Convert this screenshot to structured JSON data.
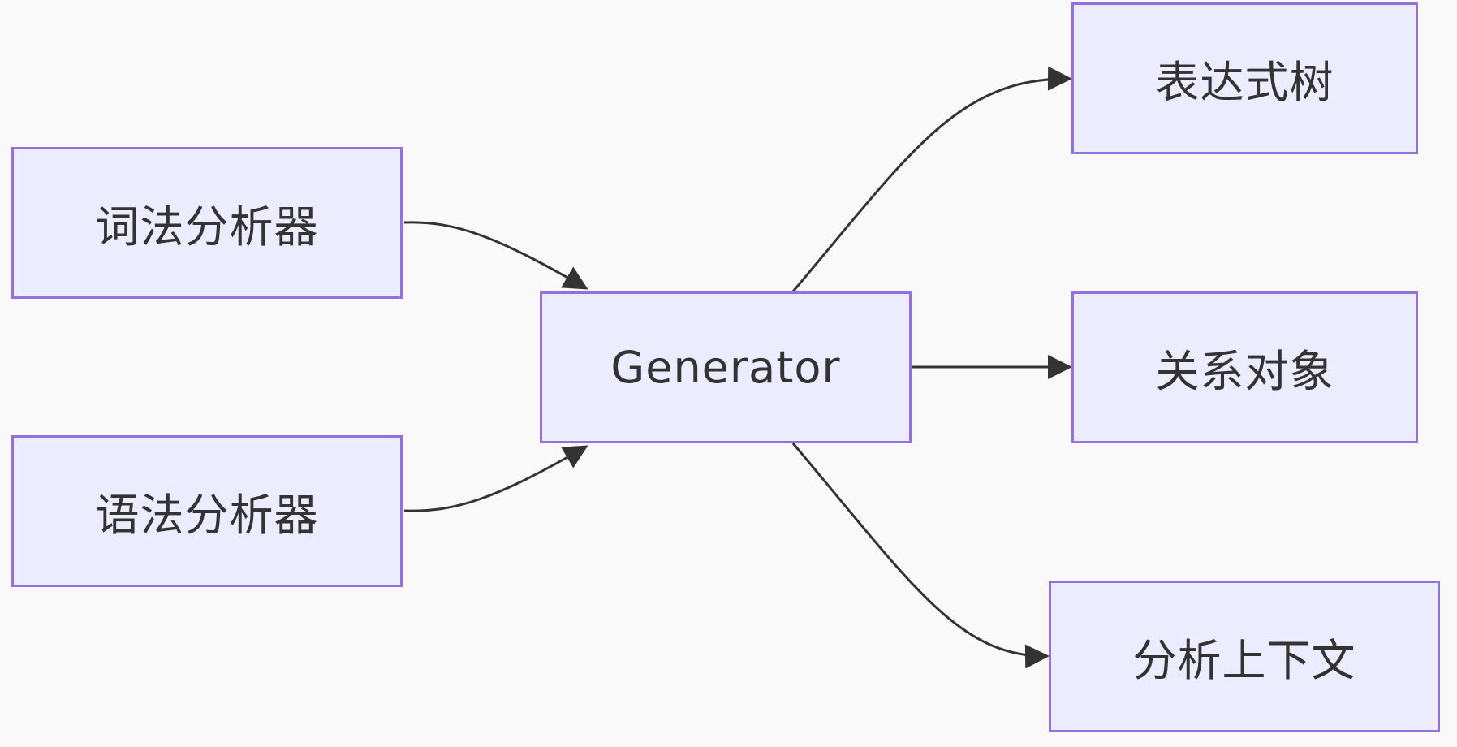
{
  "diagram": {
    "nodes": {
      "lexer": "词法分析器",
      "parser": "语法分析器",
      "generator": "Generator",
      "expression_tree": "表达式树",
      "relation_object": "关系对象",
      "analysis_context": "分析上下文"
    },
    "edges": [
      {
        "from": "lexer",
        "to": "generator"
      },
      {
        "from": "parser",
        "to": "generator"
      },
      {
        "from": "generator",
        "to": "expression_tree"
      },
      {
        "from": "generator",
        "to": "relation_object"
      },
      {
        "from": "generator",
        "to": "analysis_context"
      }
    ],
    "colors": {
      "background": "#f9f9f9",
      "node_fill": "#ececff",
      "node_border": "#9370db",
      "edge": "#333333",
      "text": "#333333"
    }
  }
}
